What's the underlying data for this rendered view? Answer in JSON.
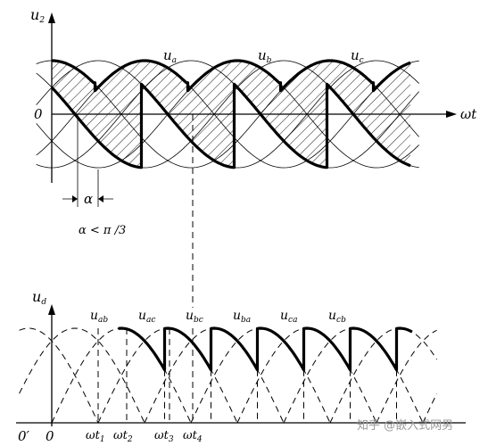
{
  "top": {
    "y_label": {
      "main": "u",
      "sub": "2"
    },
    "zero_label": "0",
    "x_label": "ωt",
    "phases": [
      {
        "main": "u",
        "sub": "a"
      },
      {
        "main": "u",
        "sub": "b"
      },
      {
        "main": "u",
        "sub": "c"
      }
    ],
    "alpha_symbol": "α",
    "alpha_condition": "α < π /3"
  },
  "bottom": {
    "y_label": {
      "main": "u",
      "sub": "d"
    },
    "origin_shifted": "0′",
    "origin": "0",
    "line_voltages": [
      {
        "main": "u",
        "sub": "ab"
      },
      {
        "main": "u",
        "sub": "ac"
      },
      {
        "main": "u",
        "sub": "bc"
      },
      {
        "main": "u",
        "sub": "ba"
      },
      {
        "main": "u",
        "sub": "ca"
      },
      {
        "main": "u",
        "sub": "cb"
      }
    ],
    "time_marks": [
      {
        "main": "ωt",
        "sub": "1"
      },
      {
        "main": "ωt",
        "sub": "2"
      },
      {
        "main": "ωt",
        "sub": "3"
      },
      {
        "main": "ωt",
        "sub": "4"
      }
    ]
  },
  "watermark": "知乎 @嵌入式网男"
}
